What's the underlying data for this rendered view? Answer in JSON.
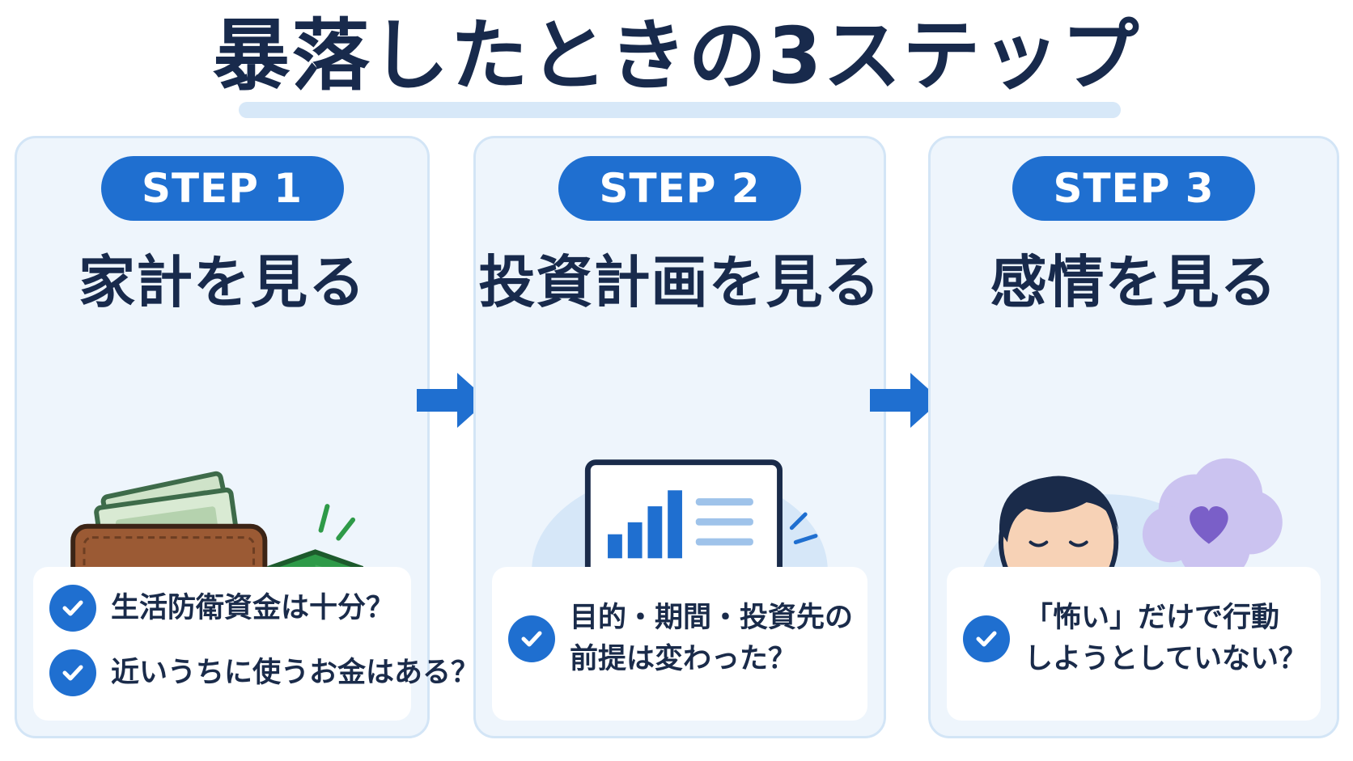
{
  "title": "暴落したときの3ステップ",
  "steps": [
    {
      "label": "STEP 1",
      "heading": "家計を見る",
      "illustration": "wallet-shield-icon",
      "checks": [
        "生活防衛資金は十分？",
        "近いうちに使うお金はある？"
      ]
    },
    {
      "label": "STEP 2",
      "heading": "投資計画を見る",
      "illustration": "plan-document-icon",
      "checks": [
        [
          "目的・期間・投資先の",
          "前提は変わった？"
        ]
      ]
    },
    {
      "label": "STEP 3",
      "heading": "感情を見る",
      "illustration": "thinking-person-icon",
      "checks": [
        [
          "「怖い」だけで行動",
          "しようとしていない？"
        ]
      ]
    }
  ],
  "colors": {
    "accent": "#1f6fd0",
    "title": "#182a4c",
    "card_bg": "#eef5fc",
    "card_border": "#d3e5f6",
    "shield": "#2e9a48",
    "heart": "#7a5fc8"
  }
}
